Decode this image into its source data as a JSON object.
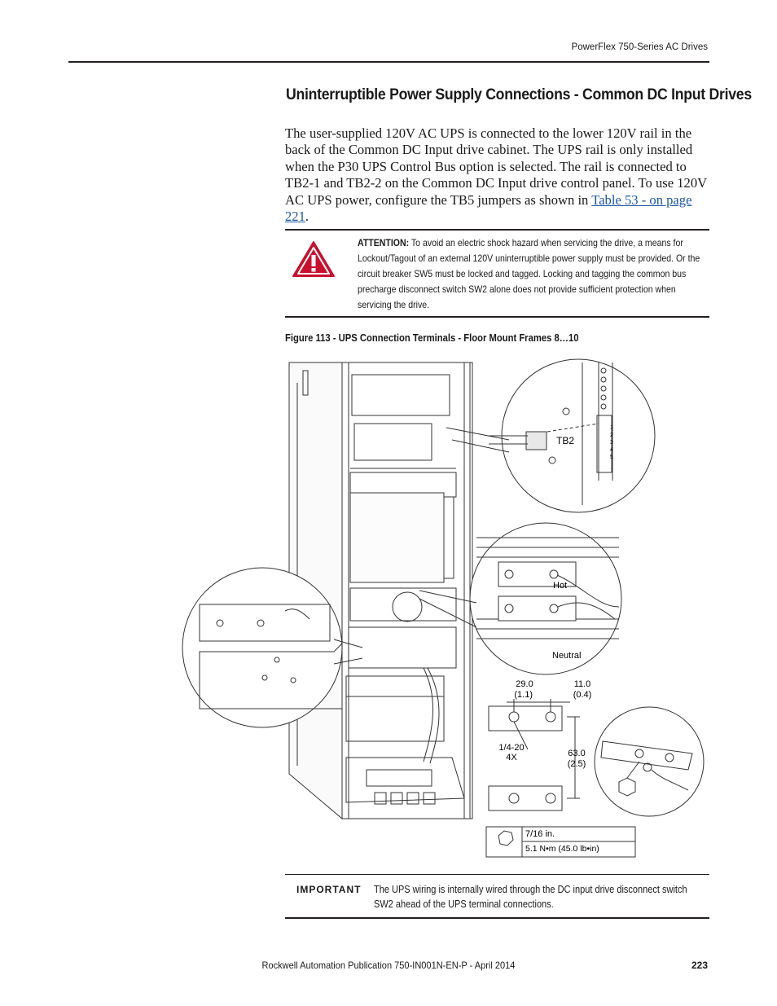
{
  "header": {
    "running_title": "PowerFlex 750-Series AC Drives"
  },
  "section": {
    "title": "Uninterruptible Power Supply Connections - Common DC Input Drives"
  },
  "body": {
    "paragraph": "The user-supplied 120V AC UPS is connected to the lower 120V rail in the back of the Common DC Input drive cabinet. The UPS rail is only installed when the P30 UPS Control Bus option is selected. The rail is connected to TB2-1 and TB2-2 on the Common DC Input drive control panel. To use 120V AC UPS power, configure the TB5 jumpers as shown in",
    "link": "Table 53 - on page 221",
    "period": "."
  },
  "attention": {
    "label": "ATTENTION:",
    "text": "To avoid an electric shock hazard when servicing the drive, a means for Lockout/Tagout of an external 120V uninterruptible power supply must be provided. Or the circuit breaker SW5 must be locked and tagged. Locking and tagging the common bus precharge disconnect switch SW2 alone does not provide sufficient protection when servicing the drive.",
    "icon_color": "#c8102e"
  },
  "figure": {
    "caption": "Figure 113 - UPS Connection Terminals - Floor Mount Frames 8…10",
    "labels": {
      "tb2": "TB2",
      "hot": "Hot",
      "neutral": "Neutral",
      "dim1": "29.0",
      "dim1_in": "(1.1)",
      "dim2": "11.0",
      "dim2_in": "(0.4)",
      "bolt": "1/4-20",
      "bolt_qty": "4X",
      "dim3": "63.0",
      "dim3_in": "(2.5)",
      "t1": "1",
      "t2": "2",
      "t3": "3",
      "t4": "4",
      "t5": "5"
    },
    "torque": {
      "size": "7/16 in.",
      "value": "5.1 N•m (45.0 lb•in)"
    }
  },
  "important": {
    "label": "IMPORTANT",
    "text": "The UPS wiring is internally wired through the DC input drive disconnect switch SW2 ahead of the UPS terminal connections."
  },
  "footer": {
    "publication": "Rockwell Automation Publication 750-IN001N-EN-P - April 2014",
    "page": "223"
  }
}
